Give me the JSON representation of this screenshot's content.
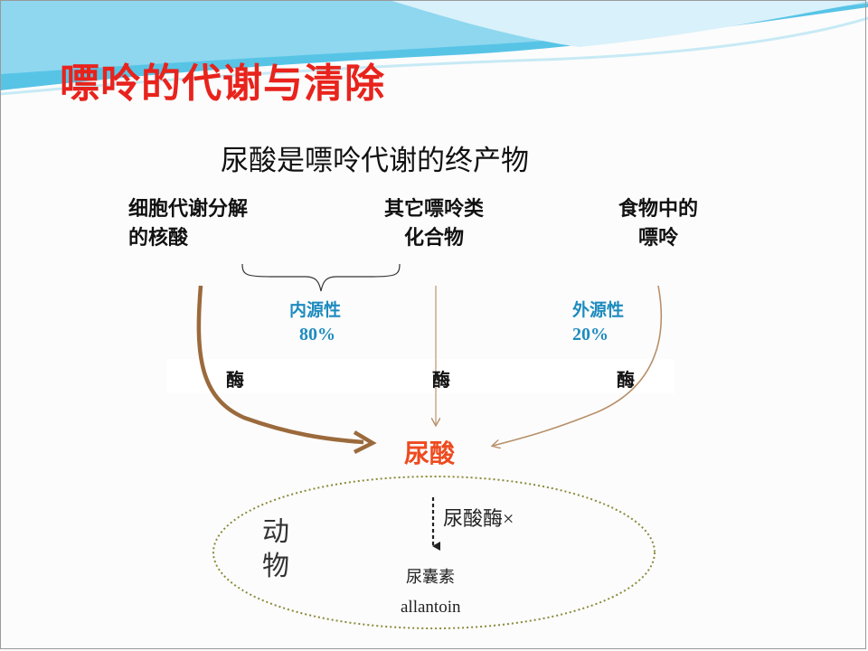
{
  "slide": {
    "title": "嘌呤的代谢与清除",
    "subtitle": "尿酸是嘌呤代谢的终产物"
  },
  "sources": {
    "cell_line1": "细胞代谢分解",
    "cell_line2": "的核酸",
    "other_line1": "其它嘌呤类",
    "other_line2": "化合物",
    "food_line1": "食物中的",
    "food_line2": "嘌呤"
  },
  "origins": {
    "endogenous_label": "内源性",
    "endogenous_pct": "80%",
    "exogenous_label": "外源性",
    "exogenous_pct": "20%"
  },
  "enzymes": {
    "left": "酶",
    "middle": "酶",
    "right": "酶"
  },
  "product": "尿酸",
  "animal": {
    "label_line1": "动",
    "label_line2": "物",
    "uricase": "尿酸酶×",
    "allantoin_cn": "尿囊素",
    "allantoin_en": "allantoin"
  },
  "colors": {
    "title": "#e8231c",
    "origin_text": "#1e8bbf",
    "thick_arrow": "#9b6a3c",
    "thin_arrow": "#b8906a",
    "product": "#ee4a1e",
    "ellipse": "#8a8a3a"
  }
}
